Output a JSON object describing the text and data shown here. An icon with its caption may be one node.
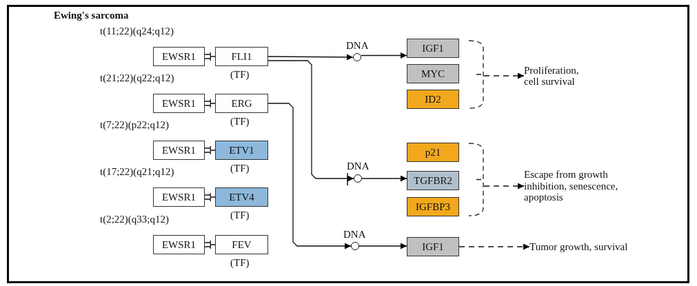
{
  "diagram": {
    "title": "Ewing's sarcoma",
    "nodes": [
      {
        "text": [
          "EWSR1"
        ]
      },
      {
        "text": [
          "FLI1"
        ],
        "beside": [
          "(TF)"
        ]
      },
      {
        "text": [
          "EWSR1"
        ]
      },
      {
        "text": [
          "ERG"
        ],
        "beside": [
          "(TF)"
        ]
      },
      {
        "text": [
          "EWSR1"
        ]
      },
      {
        "text": [
          "ETV1"
        ],
        "beside": [
          "(TF)"
        ]
      },
      {
        "text": [
          "EWSR1"
        ]
      },
      {
        "text": [
          "ETV4"
        ],
        "beside": [
          "(TF)"
        ]
      },
      {
        "text": [
          "EWSR1"
        ]
      },
      {
        "text": [
          "FEV"
        ],
        "beside": [
          "(TF)"
        ]
      },
      {
        "text": [],
        "shape": "circle"
      },
      {
        "text": [],
        "shape": "circle"
      },
      {
        "text": [],
        "shape": "circle"
      },
      {
        "text": [
          "IGF1"
        ]
      },
      {
        "text": [
          "MYC"
        ]
      },
      {
        "text": [
          "ID2"
        ]
      },
      {
        "text": [
          "p21"
        ]
      },
      {
        "text": [
          "TGFBR2"
        ]
      },
      {
        "text": [
          "IGFBP3"
        ]
      },
      {
        "text": [
          "IGF1"
        ]
      },
      {
        "text": [
          "Proliferation, cell survival"
        ]
      },
      {
        "text": [
          "Escape from growth inhibition, senescence, apoptosis"
        ]
      },
      {
        "text": [
          "Tumor growth, survival"
        ]
      },
      {
        "text": [],
        "shape": "bracket"
      },
      {
        "text": [],
        "shape": "bracket"
      }
    ],
    "edges": [
      {
        "from": 0,
        "to": 1,
        "arrow": "none"
      },
      {
        "from": 2,
        "to": 3,
        "arrow": "none"
      },
      {
        "from": 4,
        "to": 5,
        "arrow": "none"
      },
      {
        "from": 6,
        "to": 7,
        "arrow": "none"
      },
      {
        "from": 8,
        "to": 9,
        "arrow": "none"
      },
      {
        "from": 1,
        "to": 10,
        "arrow": "to"
      },
      {
        "from": 1,
        "to": 11,
        "arrow": "to"
      },
      {
        "from": 3,
        "to": 12,
        "arrow": "to"
      },
      {
        "from": 10,
        "to": 13,
        "arrow": "to"
      },
      {
        "from": 11,
        "to": 17,
        "arrow": "to"
      },
      {
        "from": 12,
        "to": 19,
        "arrow": "to"
      },
      {
        "from": 23,
        "to": 20,
        "arrow": "to",
        "style": "dashed"
      },
      {
        "from": 24,
        "to": 21,
        "arrow": "to",
        "style": "dashed"
      },
      {
        "from": 19,
        "to": 22,
        "arrow": "to",
        "style": "dashed"
      }
    ],
    "labels": [
      "t(11;22)(q24;q12)",
      "DNA",
      "t(21;22)(q22;q12)",
      "t(7;22)(p22;q12)",
      "DNA",
      "t(17;22)(q21;q12)",
      "t(2;22)(q33;q12)",
      "DNA"
    ]
  }
}
